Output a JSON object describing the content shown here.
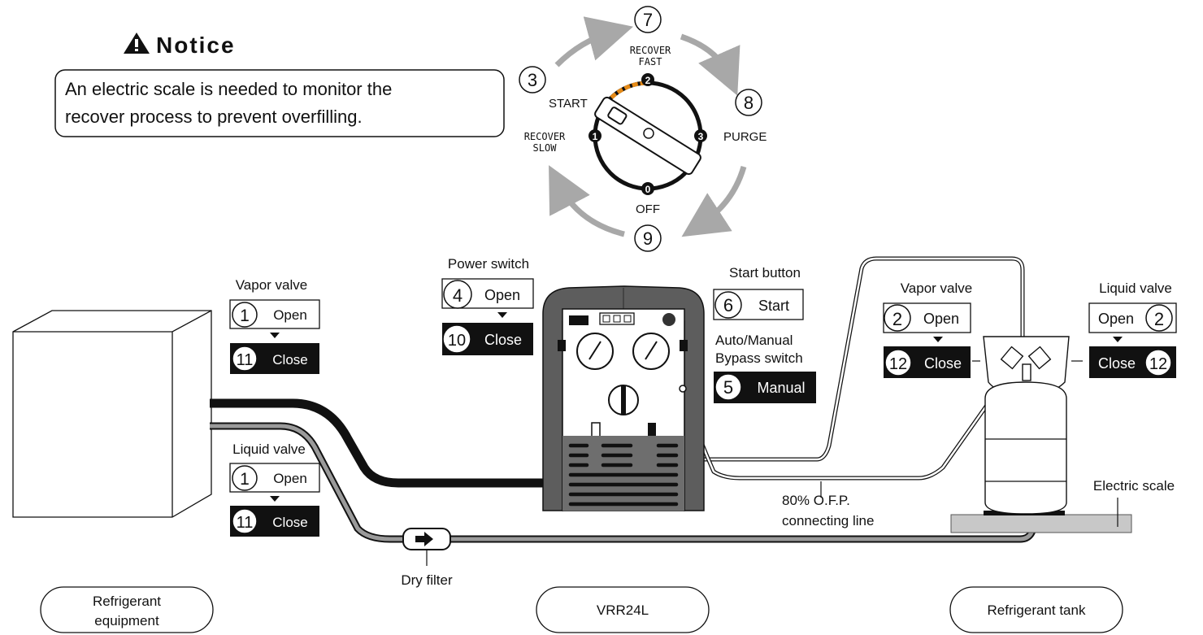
{
  "notice": {
    "title": "Notice",
    "message_line1": "An electric scale is needed to monitor the",
    "message_line2": "recover process to prevent overfilling."
  },
  "dial": {
    "steps": {
      "recover_fast": "7",
      "start": "3",
      "purge": "8",
      "off": "9"
    },
    "labels": {
      "recover_fast_1": "RECOVER",
      "recover_fast_2": "FAST",
      "start": "START",
      "purge": "PURGE",
      "recover_slow_1": "RECOVER",
      "recover_slow_2": "SLOW",
      "off": "OFF"
    },
    "positions": {
      "p0": "0",
      "p1": "1",
      "p2": "2",
      "p3": "3"
    }
  },
  "equipment_valves": {
    "vapor_title": "Vapor valve",
    "liquid_title": "Liquid valve",
    "open_step": "1",
    "open_label": "Open",
    "close_step": "11",
    "close_label": "Close"
  },
  "power_switch": {
    "title": "Power switch",
    "open_step": "4",
    "open_label": "Open",
    "close_step": "10",
    "close_label": "Close"
  },
  "start_button": {
    "title": "Start button",
    "step": "6",
    "label": "Start"
  },
  "bypass_switch": {
    "title_line1": "Auto/Manual",
    "title_line2": "Bypass switch",
    "step": "5",
    "label": "Manual"
  },
  "tank_vapor_valve": {
    "title": "Vapor valve",
    "open_step": "2",
    "open_label": "Open",
    "close_step": "12",
    "close_label": "Close"
  },
  "tank_liquid_valve": {
    "title": "Liquid valve",
    "open_step": "2",
    "open_label": "Open",
    "close_step": "12",
    "close_label": "Close"
  },
  "ofp_line": {
    "line1": "80% O.F.P.",
    "line2": "connecting line"
  },
  "electric_scale": "Electric scale",
  "dry_filter": "Dry filter",
  "captions": {
    "equipment_line1": "Refrigerant",
    "equipment_line2": "equipment",
    "unit": "VRR24L",
    "tank": "Refrigerant tank"
  }
}
